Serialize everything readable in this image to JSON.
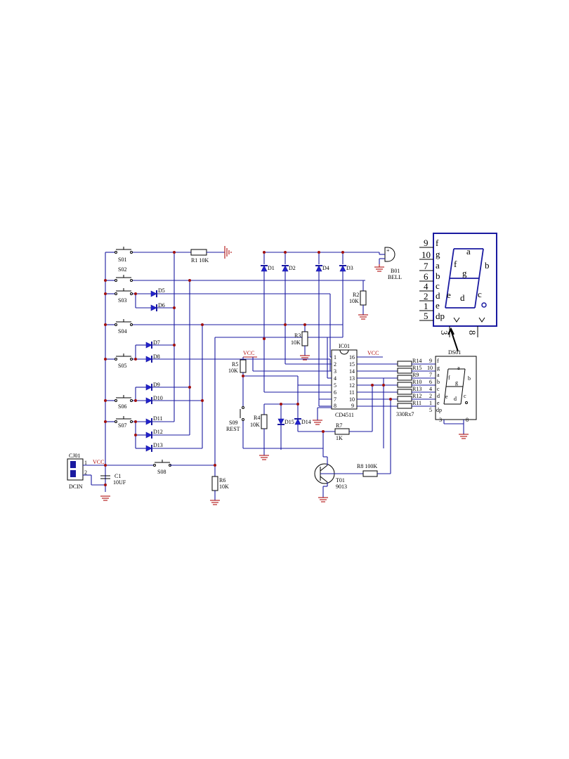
{
  "switches": {
    "s01": "S01",
    "s02": "S02",
    "s03": "S03",
    "s04": "S04",
    "s05": "S05",
    "s06": "S06",
    "s07": "S07",
    "s08": "S08",
    "s09": "S09",
    "s09_sub": "REST"
  },
  "resistors": {
    "r1": "R1 10K",
    "r2": "R2",
    "r2_val": "10K",
    "r3": "R3",
    "r3_val": "10K",
    "r4": "R4",
    "r4_val": "10K",
    "r5": "R5",
    "r5_val": "10K",
    "r6": "R6",
    "r6_val": "10K",
    "r7": "R7",
    "r7_val": "1K",
    "r8": "R8 100K",
    "array": [
      "R14",
      "R15",
      "R9",
      "R10",
      "R13",
      "R12",
      "R11"
    ],
    "array_val": "330Rx7"
  },
  "diodes": [
    "D1",
    "D2",
    "D4",
    "D3",
    "D5",
    "D6",
    "D7",
    "D8",
    "D9",
    "D10",
    "D11",
    "D12",
    "D13",
    "D15",
    "D14"
  ],
  "ic": {
    "ref": "IC01",
    "name": "CD4511",
    "left_pins": [
      "1",
      "2",
      "3",
      "4",
      "5",
      "6",
      "7",
      "8"
    ],
    "right_pins": [
      "16",
      "15",
      "14",
      "13",
      "12",
      "11",
      "10",
      "9"
    ]
  },
  "bell": {
    "ref": "B01",
    "name": "BELL",
    "plus": "+"
  },
  "vcc": "VCC",
  "connector": {
    "ref": "CJ01",
    "name": "DCIN",
    "pins": [
      "1",
      "2"
    ]
  },
  "capacitor": {
    "ref": "C1",
    "val": "10UF"
  },
  "transistor": {
    "ref": "T01",
    "val": "9013"
  },
  "display": {
    "ref": "DS01",
    "pin_numbers": [
      "9",
      "10",
      "7",
      "6",
      "4",
      "2",
      "1",
      "5"
    ],
    "pin_names": [
      "f",
      "g",
      "a",
      "b",
      "c",
      "d",
      "e",
      "dp"
    ],
    "segments": [
      "a",
      "f",
      "b",
      "g",
      "e",
      "c",
      "d"
    ],
    "bottom_pins": [
      "3",
      "8"
    ]
  }
}
